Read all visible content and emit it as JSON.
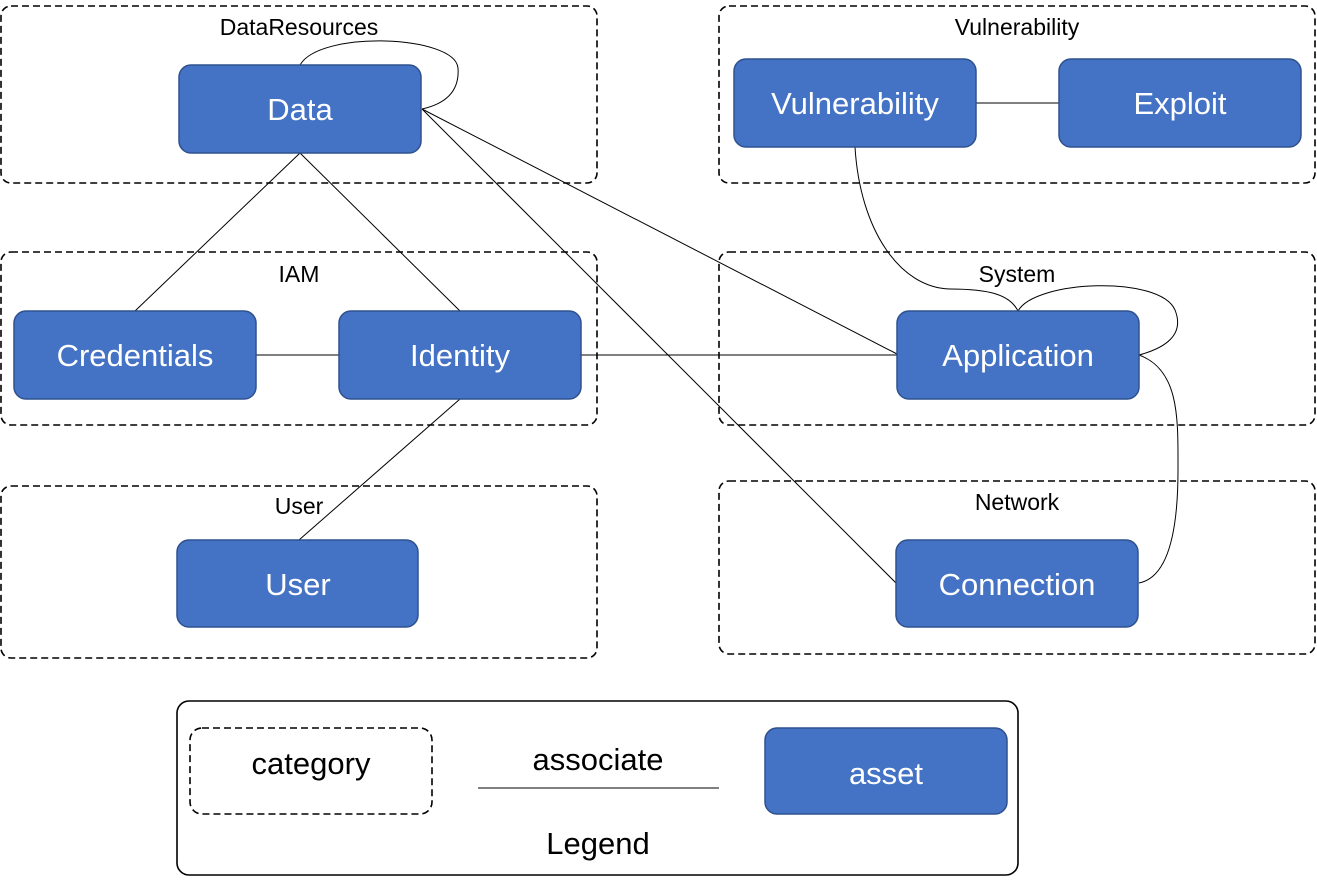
{
  "categories": {
    "data_resources": "DataResources",
    "vulnerability": "Vulnerability",
    "iam": "IAM",
    "system": "System",
    "user": "User",
    "network": "Network"
  },
  "assets": {
    "data": "Data",
    "vulnerability": "Vulnerability",
    "exploit": "Exploit",
    "credentials": "Credentials",
    "identity": "Identity",
    "application": "Application",
    "user": "User",
    "connection": "Connection"
  },
  "edges": [
    {
      "from": "Data",
      "to": "Data"
    },
    {
      "from": "Data",
      "to": "Credentials"
    },
    {
      "from": "Data",
      "to": "Identity"
    },
    {
      "from": "Data",
      "to": "Application"
    },
    {
      "from": "Data",
      "to": "Connection"
    },
    {
      "from": "Vulnerability",
      "to": "Exploit"
    },
    {
      "from": "Vulnerability",
      "to": "Application"
    },
    {
      "from": "Credentials",
      "to": "Identity"
    },
    {
      "from": "Identity",
      "to": "Application"
    },
    {
      "from": "Identity",
      "to": "User"
    },
    {
      "from": "Application",
      "to": "Application"
    },
    {
      "from": "Application",
      "to": "Connection"
    }
  ],
  "legend": {
    "title": "Legend",
    "category": "category",
    "associate": "associate",
    "asset": "asset"
  },
  "colors": {
    "asset_fill": "#4472c4",
    "asset_border": "#2f528f",
    "asset_text": "#ffffff",
    "line": "#000000"
  }
}
